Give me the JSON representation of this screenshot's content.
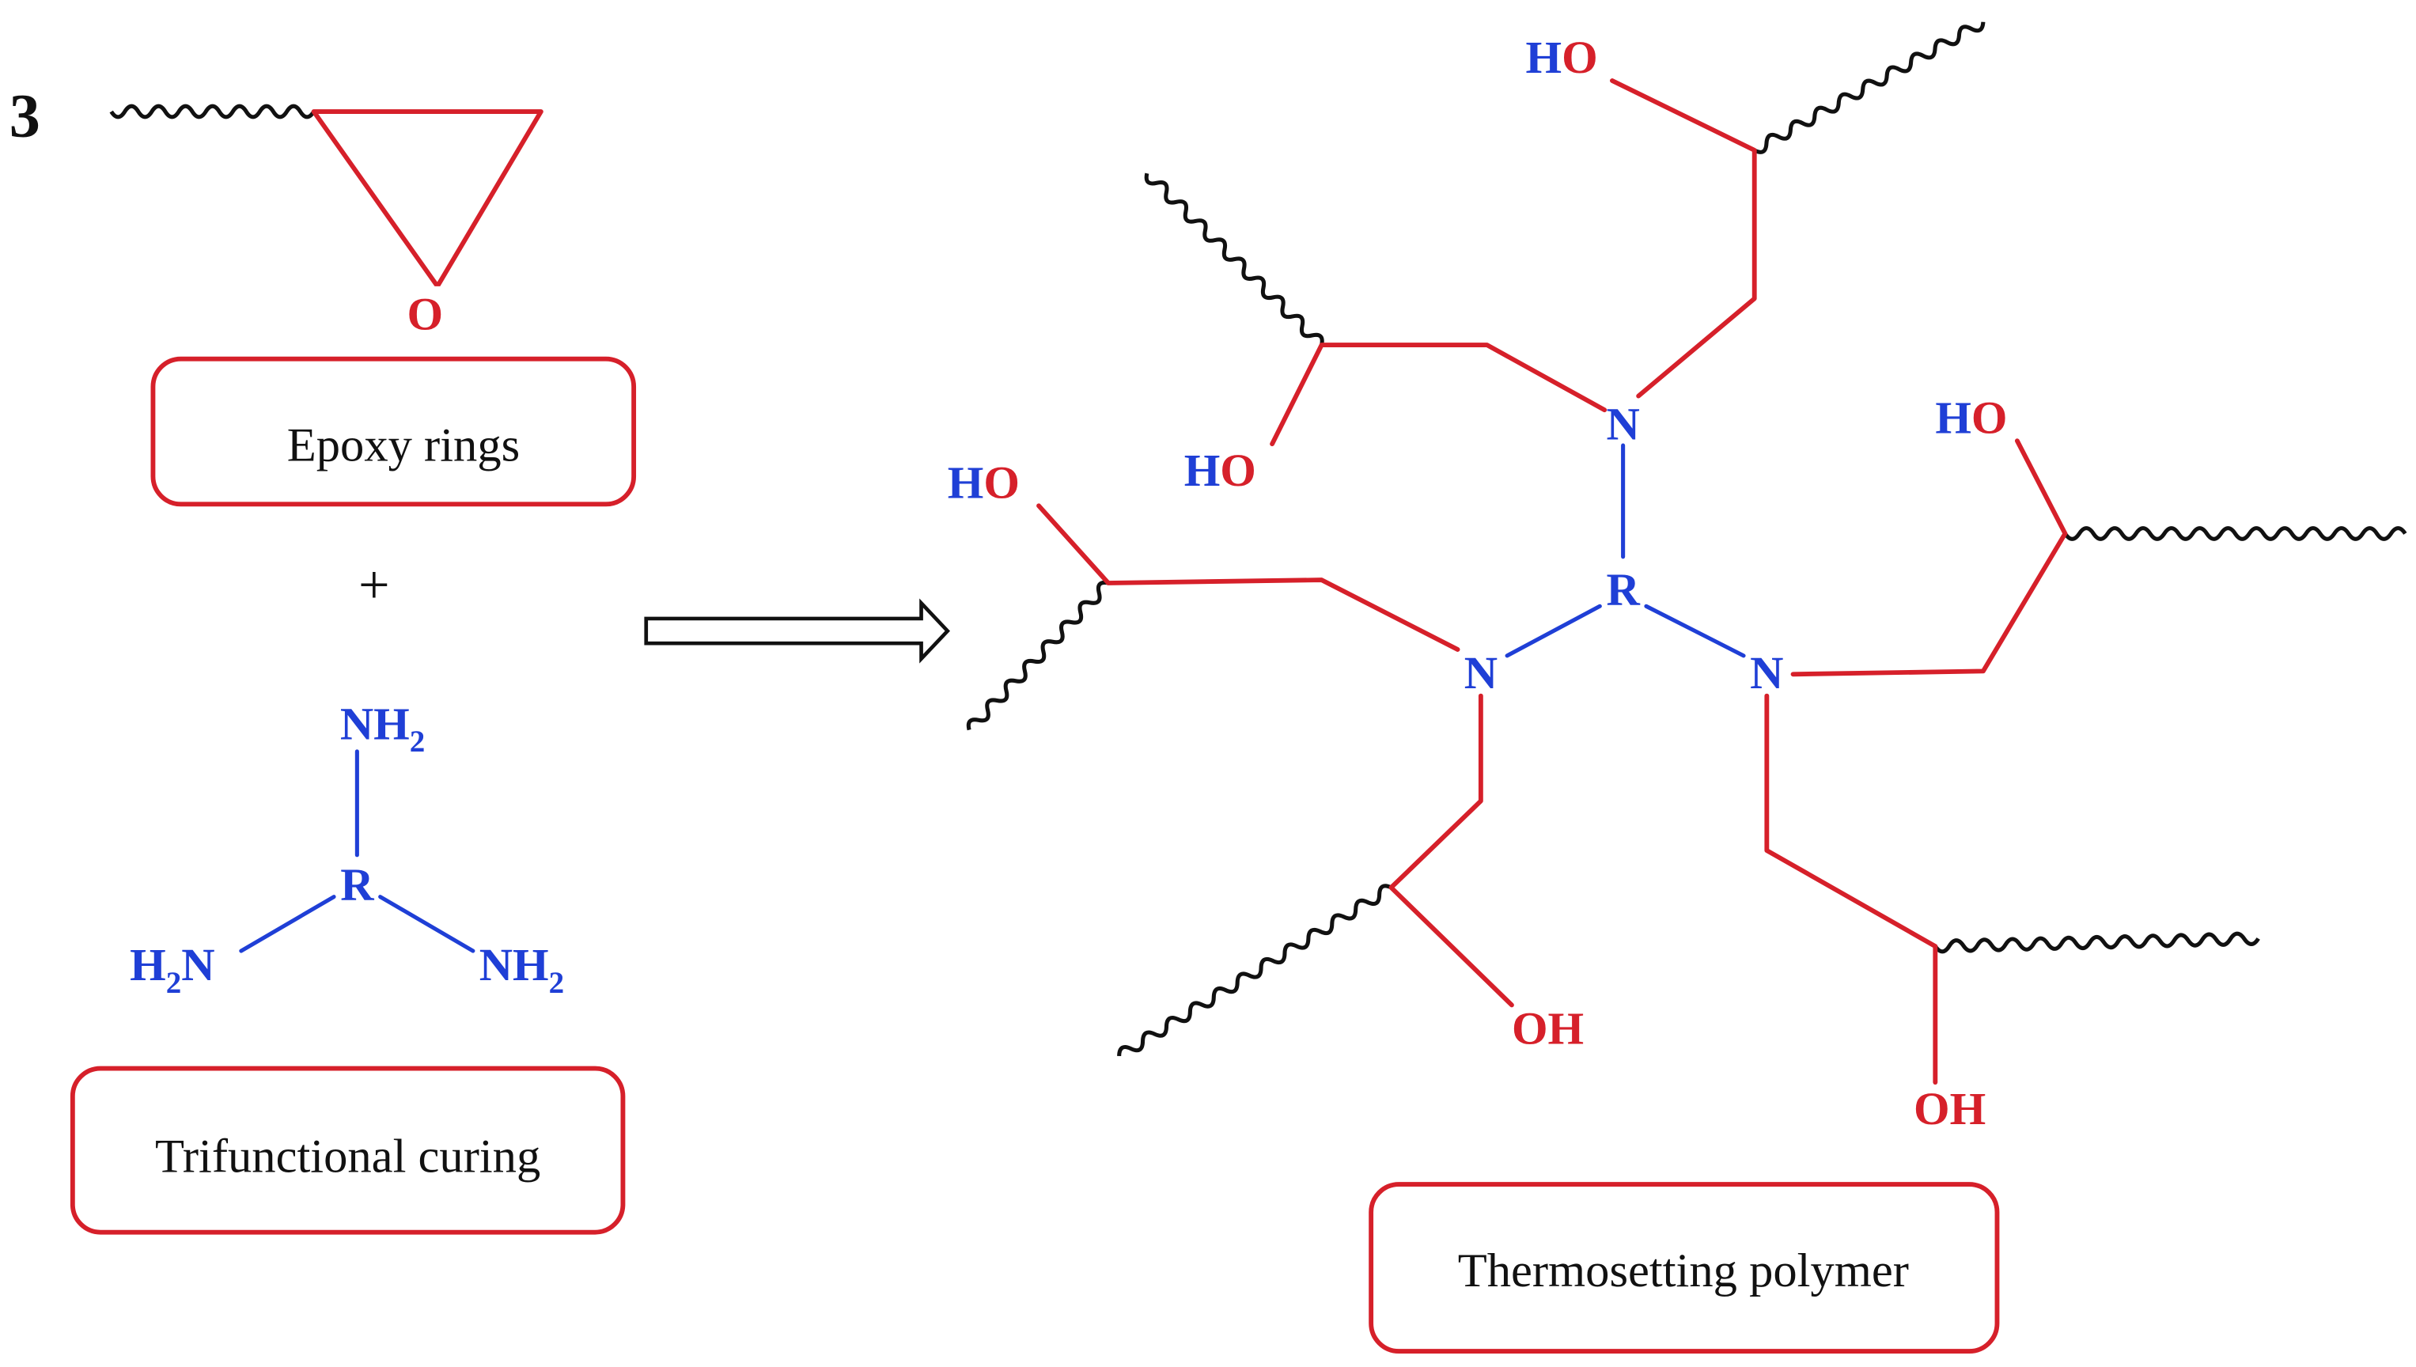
{
  "figure": {
    "number": "3",
    "captions": {
      "epoxy": "Epoxy rings",
      "curing": "Trifunctional curing",
      "product": "Thermosetting polymer"
    },
    "plus": "+"
  },
  "labels": {
    "oxygen": "O",
    "ho": [
      "HO",
      "HO",
      "HO",
      "HO"
    ],
    "oh": [
      "OH",
      "OH"
    ],
    "nitrogen": [
      "N",
      "N",
      "N"
    ],
    "r_product": "R",
    "amine": {
      "nh2": "NH",
      "h2n_h": "H",
      "h2n_n": "N",
      "sub2": "2",
      "r": "R"
    }
  },
  "colors": {
    "red": "#d6202a",
    "blue": "#1f3fd6",
    "black": "#111111"
  }
}
